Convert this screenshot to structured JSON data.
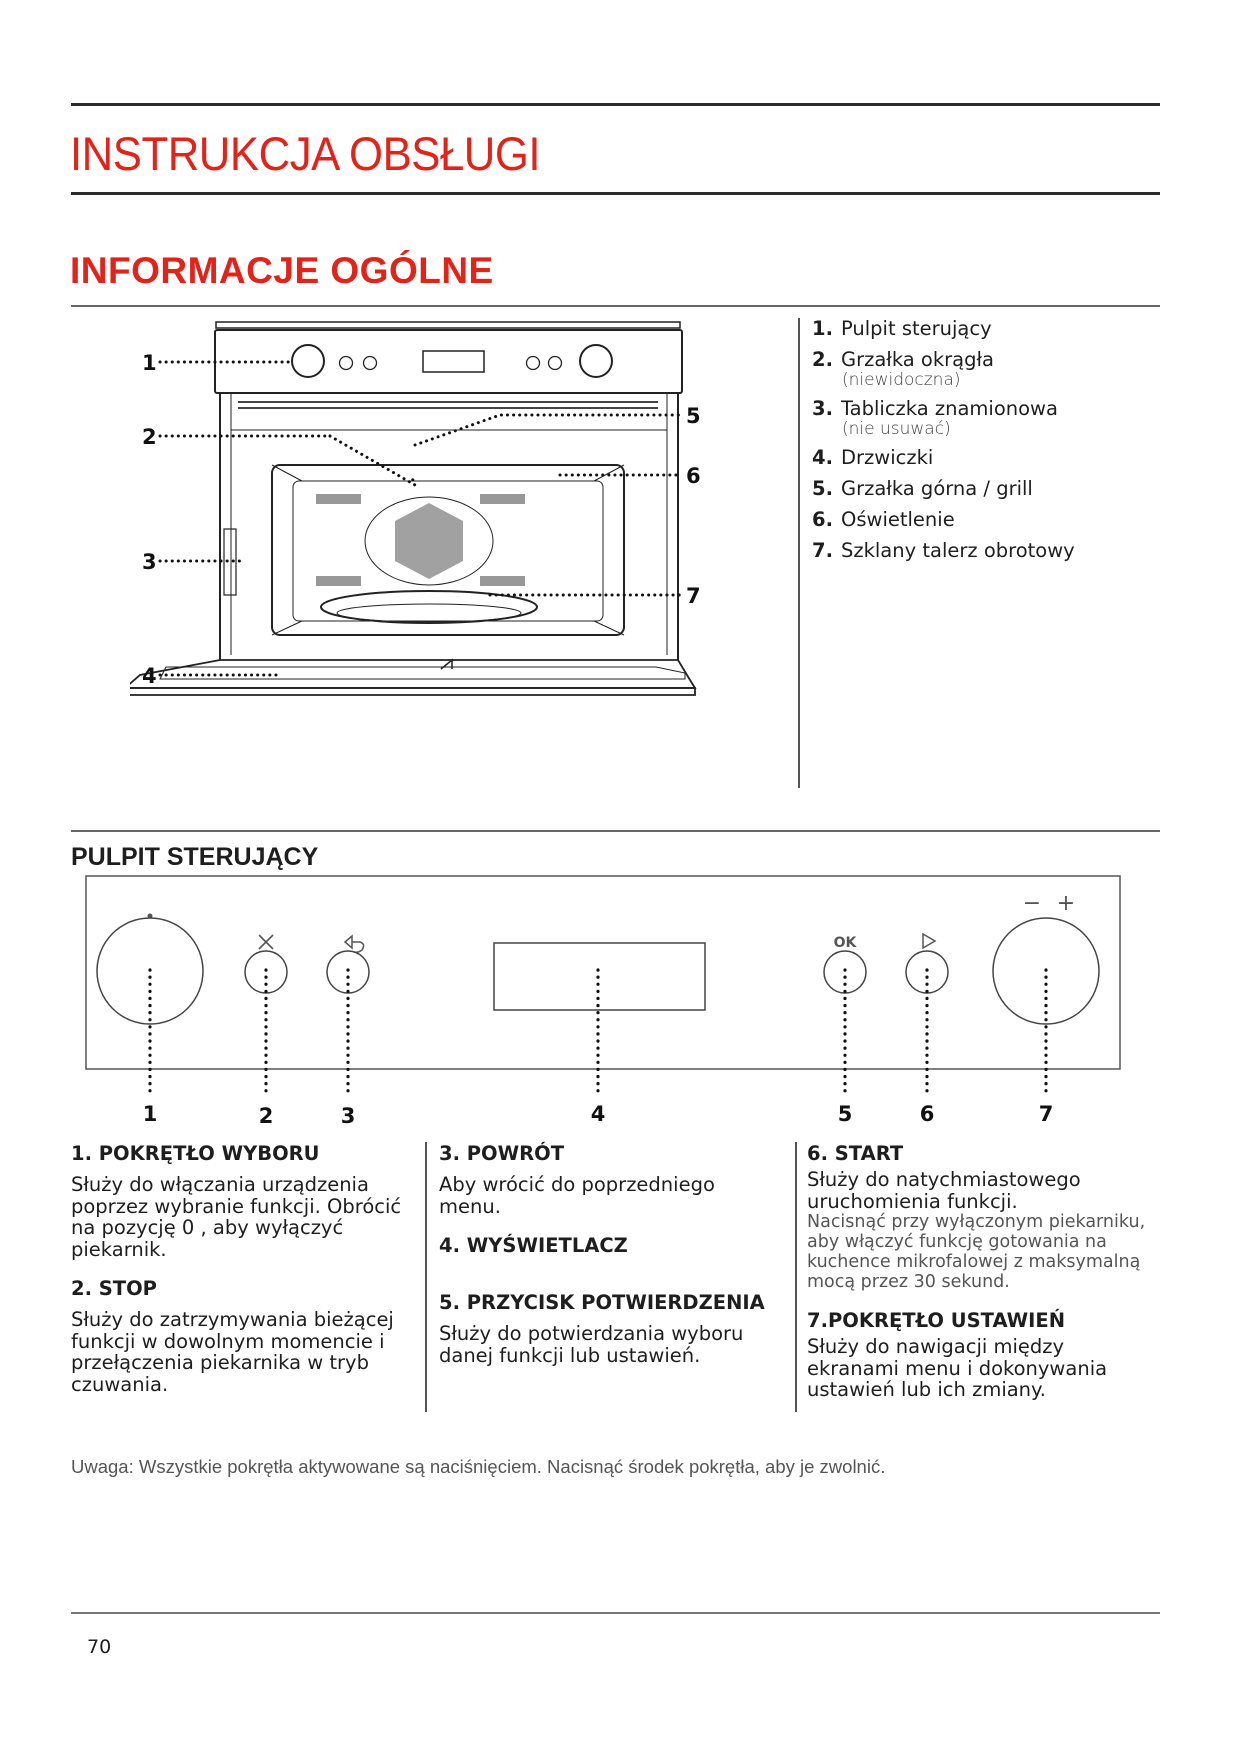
{
  "document": {
    "title": "INSTRUKCJA OBSŁUGI",
    "section_general": "INFORMACJE OGÓLNE",
    "section_panel": "PULPIT STERUJĄCY",
    "accent_color": "#e2231a",
    "page_number": "70"
  },
  "oven_diagram": {
    "callouts": [
      "1",
      "2",
      "3",
      "4",
      "5",
      "6",
      "7"
    ]
  },
  "legend": [
    {
      "num": "1.",
      "label": "Pulpit sterujący",
      "sub": ""
    },
    {
      "num": "2.",
      "label": "Grzałka okrągła",
      "sub": "(niewidoczna)"
    },
    {
      "num": "3.",
      "label": "Tabliczka znamionowa",
      "sub": "(nie usuwać)"
    },
    {
      "num": "4.",
      "label": "Drzwiczki",
      "sub": ""
    },
    {
      "num": "5.",
      "label": "Grzałka górna / grill",
      "sub": ""
    },
    {
      "num": "6.",
      "label": "Oświetlenie",
      "sub": ""
    },
    {
      "num": "7.",
      "label": "Szklany talerz obrotowy",
      "sub": ""
    }
  ],
  "control_panel": {
    "icons": {
      "selector_dot": "dot-indicator-icon",
      "stop": "close-x-icon",
      "back": "back-arrow-icon",
      "ok_label": "OK",
      "start": "play-triangle-icon",
      "minus": "−",
      "plus": "+"
    },
    "callouts": [
      "1",
      "2",
      "3",
      "4",
      "5",
      "6",
      "7"
    ]
  },
  "descriptions": {
    "col1": [
      {
        "heading": "1. POKRĘTŁO WYBORU",
        "text": "Służy do włączania urządzenia poprzez wybranie funkcji. Obrócić na pozycję  0 , aby wyłączyć piekarnik."
      },
      {
        "heading": "2. STOP",
        "text": "Służy do zatrzymywania bieżącej funkcji w dowolnym momencie i przełączenia piekarnika w tryb czuwania."
      }
    ],
    "col2": [
      {
        "heading": "3. POWRÓT",
        "text": "Aby wrócić do poprzedniego menu."
      },
      {
        "heading": "4. WYŚWIETLACZ",
        "text": ""
      },
      {
        "heading": "5. PRZYCISK POTWIERDZENIA",
        "text": "Służy do potwierdzania wyboru danej funkcji lub ustawień."
      }
    ],
    "col3": [
      {
        "heading": "6. START",
        "text": "Służy do natychmiastowego uruchomienia funkcji.",
        "note": "Nacisnąć przy wyłączonym piekarniku, aby włączyć funkcję gotowania na kuchence mikrofalowej z maksymalną mocą przez 30 sekund."
      },
      {
        "heading": "7.POKRĘTŁO USTAWIEŃ",
        "text": "Służy do nawigacji między ekranami menu i dokonywania ustawień lub ich zmiany."
      }
    ]
  },
  "note": "Uwaga: Wszystkie pokrętła aktywowane są naciśnięciem. Nacisnąć środek pokrętła, aby je zwolnić."
}
